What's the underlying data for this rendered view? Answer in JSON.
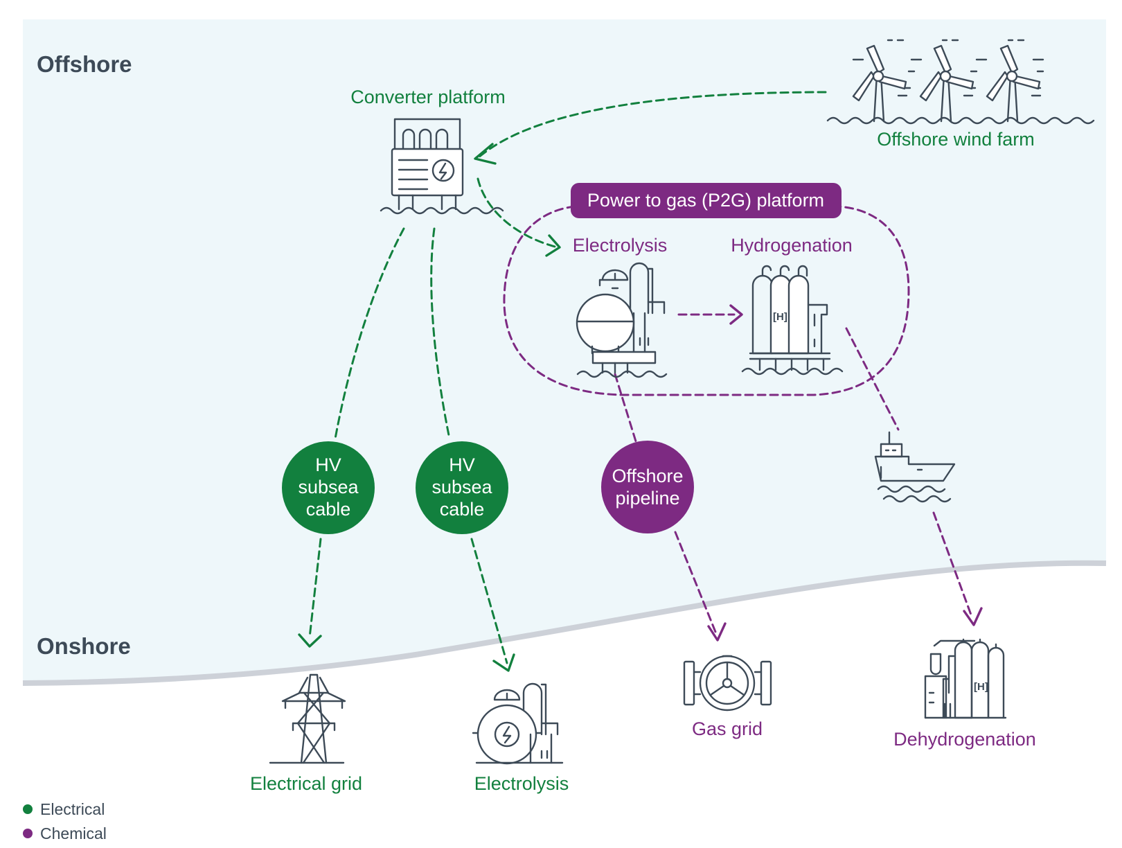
{
  "regions": {
    "offshore": "Offshore",
    "onshore": "Onshore"
  },
  "offshore_nodes": {
    "converter_platform": "Converter platform",
    "wind_farm": "Offshore wind farm",
    "p2g_platform": "Power to gas (P2G) platform",
    "electrolysis": "Electrolysis",
    "hydrogenation": "Hydrogenation"
  },
  "links": {
    "cable_a": [
      "HV",
      "subsea",
      "cable"
    ],
    "cable_b": [
      "HV",
      "subsea",
      "cable"
    ],
    "pipeline": [
      "Offshore",
      "pipeline"
    ]
  },
  "onshore_nodes": {
    "electrical_grid": "Electrical grid",
    "electrolysis": "Electrolysis",
    "gas_grid": "Gas grid",
    "dehydrogenation": "Dehydrogenation"
  },
  "legend": [
    {
      "label": "Electrical",
      "color": "#12803e"
    },
    {
      "label": "Chemical",
      "color": "#7d2a82"
    }
  ],
  "colors": {
    "electrical": "#12803e",
    "chemical": "#7d2a82",
    "sea": "#eef7fa",
    "shoreline": "#cdd1d8",
    "icon": "#3d4a57",
    "region_text": "#3d4a57"
  },
  "icons": {
    "wind_farm": "wind-turbines-icon",
    "converter": "converter-platform-icon",
    "electrolysis_offshore": "electrolyser-icon",
    "hydrogenation": "hydrogen-tanks-icon",
    "ship": "ship-icon",
    "pylon": "power-pylon-icon",
    "electrolysis_onshore": "electrolyser-icon",
    "gas_grid": "pipeline-valve-icon",
    "dehydrogenation": "dehydrogenation-plant-icon"
  }
}
